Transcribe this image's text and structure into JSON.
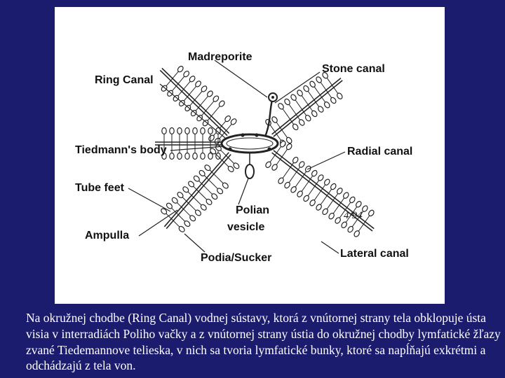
{
  "colors": {
    "background": "#1c1c6e",
    "panel": "#ffffff",
    "caption_text": "#ffffff",
    "ink": "#111111"
  },
  "labels": {
    "madreporite": "Madreporite",
    "stone_canal": "Stone canal",
    "ring_canal": "Ring Canal",
    "tiedmanns_body": "Tiedmann's body",
    "radial_canal": "Radial canal",
    "tube_feet": "Tube feet",
    "polian_vesicle_1": "Polian",
    "polian_vesicle_2": "vesicle",
    "ampulla": "Ampulla",
    "lateral_canal": "Lateral canal",
    "podia_sucker": "Podia/Sucker"
  },
  "signature": "4/94",
  "caption": "Na okružnej chodbe (Ring Canal) vodnej sústavy, ktorá z vnútornej strany tela obklopuje ústa visia v interradiách Poliho vačky a z vnútornej strany ústia do okružnej chodby lymfatické žľazy zvané Tiedemannove telieska, v nich sa tvoria lymfatické bunky, ktoré sa napĺňajú exkrétmi a odchádzajú z tela von."
}
